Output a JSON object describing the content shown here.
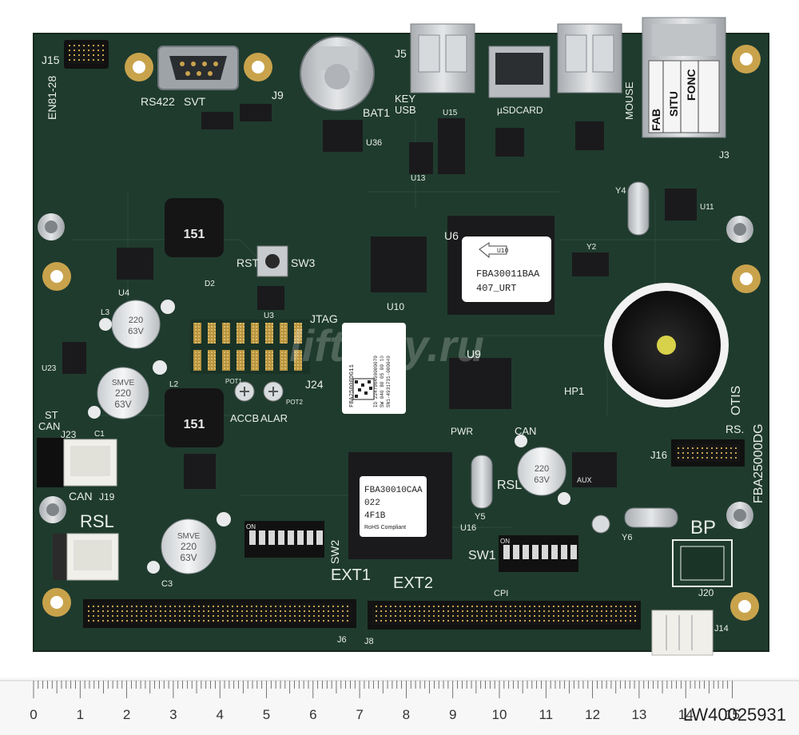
{
  "labels": {
    "j15": "J15",
    "en81": "EN81-28",
    "rs422": "RS422",
    "svt": "SVT",
    "j9": "J9",
    "bat1": "BAT1",
    "j5": "J5",
    "key": "KEY",
    "usb": "USB",
    "usdcard": "µSDCARD",
    "mouse": "MOUSE",
    "j3": "J3",
    "fab": "FAB",
    "situ": "SITU",
    "fonc": "FONC",
    "u36": "U36",
    "u13": "U13",
    "u15": "U15",
    "u6": "U6",
    "u10": "U10",
    "u9": "U9",
    "u16": "U16",
    "u11": "U11",
    "y2": "Y2",
    "y4": "Y4",
    "y5": "Y5",
    "y6": "Y6",
    "rst": "RST",
    "sw3": "SW3",
    "jtag": "JTAG",
    "j24": "J24",
    "pot1": "POT1",
    "pot2": "POT2",
    "accb": "ACCB",
    "alar": "ALAR",
    "pwr": "PWR",
    "can_led": "CAN",
    "st": "ST",
    "can_top": "CAN",
    "j23": "J23",
    "can_j19": "CAN",
    "j19": "J19",
    "rsl_left": "RSL",
    "rsl_mid": "RSL",
    "hp1": "HP1",
    "otis": "OTIS",
    "fba25000dg": "FBA25000DG",
    "rs": "RS.",
    "j16": "J16",
    "bp": "BP",
    "j20": "J20",
    "j14": "J14",
    "ext1": "EXT1",
    "ext2": "EXT2",
    "sw1": "SW1",
    "sw2": "SW2",
    "j6": "J6",
    "j8": "J8",
    "cpi": "CPI",
    "aux": "AUX",
    "u4": "U4",
    "u23": "U23",
    "l2": "L2",
    "l3": "L3",
    "c1": "C1",
    "c3": "C3",
    "d2": "D2",
    "u3": "U3",
    "inductor_top": "151",
    "inductor_bottom": "151",
    "cap_text_a": "220",
    "cap_text_b": "63V",
    "cap_text_c": "SMVE",
    "dip_on": "ON"
  },
  "stickers": {
    "u6_line1": "U10",
    "u6_line2": "FBA30011BAA",
    "u6_line3": "407_URT",
    "u16_line1": "FBA30010CAA",
    "u16_line2": "022",
    "u16_line3": "4F1B",
    "u16_line4": "RoHS Compliant",
    "mid_line1": "FBA25000DG11",
    "mid_line2": "ID 224796490000070",
    "mid_line3": "SW 040 80 05 00 10",
    "mid_line4": "SN1-4931731-000649"
  },
  "ruler": {
    "numbers": [
      "0",
      "1",
      "2",
      "3",
      "4",
      "5",
      "6",
      "7",
      "8",
      "9",
      "10",
      "11",
      "12",
      "13",
      "14",
      "15"
    ],
    "catalog_id": "LW40025931"
  },
  "watermark": "liftway.ru",
  "colors": {
    "pcb": "#1f3b2e",
    "silkscreen": "#e9efe9",
    "gold": "#c9a34c",
    "chip": "#1a1a1c",
    "sticker": "#ffffff"
  }
}
